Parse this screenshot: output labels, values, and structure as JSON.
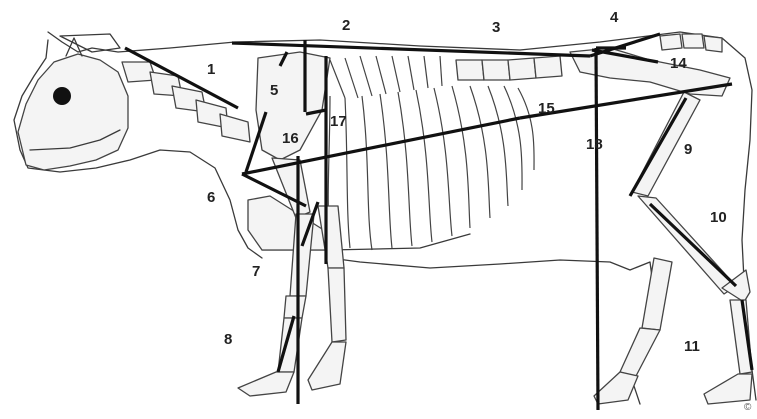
{
  "labels": {
    "l1": "1",
    "l2": "2",
    "l3": "3",
    "l4": "4",
    "l5": "5",
    "l6": "6",
    "l7": "7",
    "l8": "8",
    "l9": "9",
    "l10": "10",
    "l11": "11",
    "l14": "14",
    "l15": "15",
    "l16": "16",
    "l17": "17",
    "l18": "18"
  },
  "watermark": "©"
}
